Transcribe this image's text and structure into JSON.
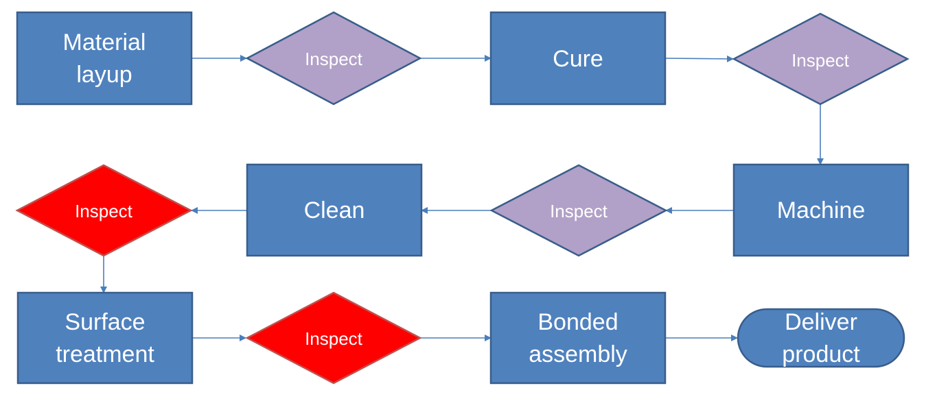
{
  "colors": {
    "process_fill": "#4f81bd",
    "process_stroke": "#385d8a",
    "inspect_fill": "#b1a0c7",
    "inspect_stroke": "#385d8a",
    "critical_fill": "#ff0000",
    "critical_stroke": "#c0504d",
    "arrow": "#4a7ebb"
  },
  "nodes": {
    "material_layup": {
      "lines": [
        "Material",
        "layup"
      ]
    },
    "inspect_1": {
      "lines": [
        "Inspect"
      ]
    },
    "cure": {
      "lines": [
        "Cure"
      ]
    },
    "inspect_2": {
      "lines": [
        "Inspect"
      ]
    },
    "machine": {
      "lines": [
        "Machine"
      ]
    },
    "inspect_3": {
      "lines": [
        "Inspect"
      ]
    },
    "clean": {
      "lines": [
        "Clean"
      ]
    },
    "inspect_4": {
      "lines": [
        "Inspect"
      ]
    },
    "surface_treatment": {
      "lines": [
        "Surface",
        "treatment"
      ]
    },
    "inspect_5": {
      "lines": [
        "Inspect"
      ]
    },
    "bonded_assembly": {
      "lines": [
        "Bonded",
        "assembly"
      ]
    },
    "deliver_product": {
      "lines": [
        "Deliver",
        "product"
      ]
    }
  },
  "edges": [
    {
      "from": "material_layup",
      "to": "inspect_1"
    },
    {
      "from": "inspect_1",
      "to": "cure"
    },
    {
      "from": "cure",
      "to": "inspect_2"
    },
    {
      "from": "inspect_2",
      "to": "machine"
    },
    {
      "from": "machine",
      "to": "inspect_3"
    },
    {
      "from": "inspect_3",
      "to": "clean"
    },
    {
      "from": "clean",
      "to": "inspect_4"
    },
    {
      "from": "inspect_4",
      "to": "surface_treatment"
    },
    {
      "from": "surface_treatment",
      "to": "inspect_5"
    },
    {
      "from": "inspect_5",
      "to": "bonded_assembly"
    },
    {
      "from": "bonded_assembly",
      "to": "deliver_product"
    }
  ]
}
